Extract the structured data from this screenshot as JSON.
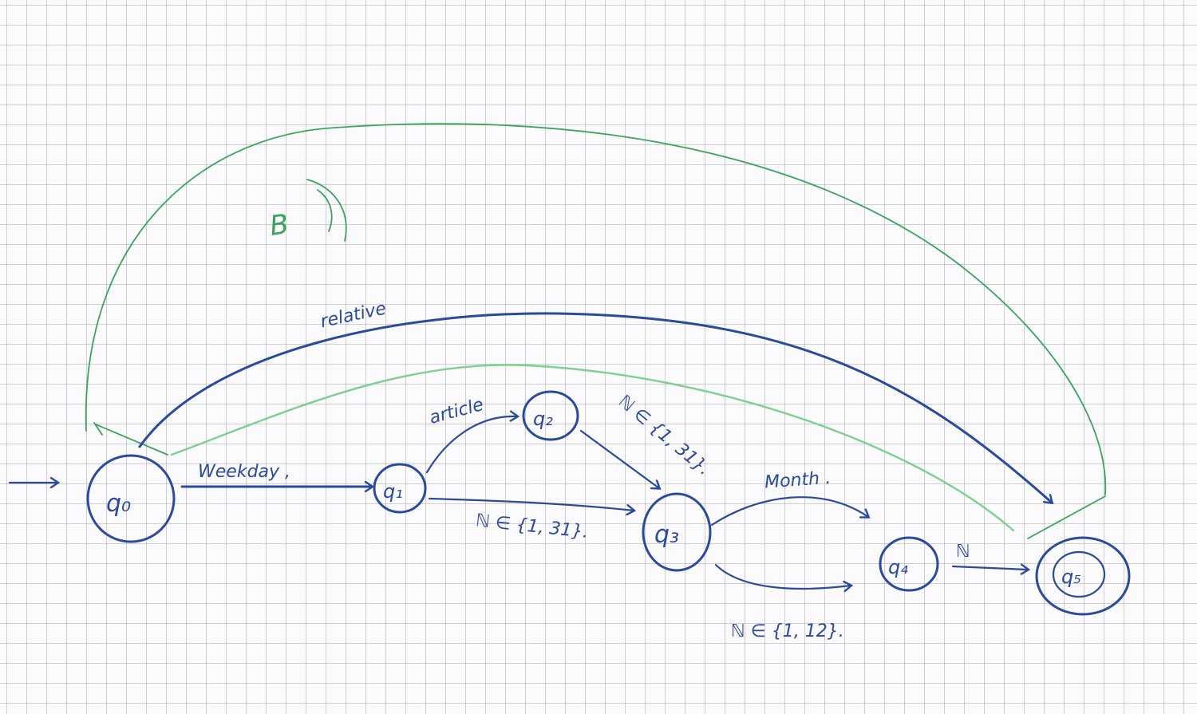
{
  "states": [
    {
      "id": "q0",
      "label": "q₀",
      "initial": true,
      "accepting": false
    },
    {
      "id": "q1",
      "label": "q₁",
      "initial": false,
      "accepting": false
    },
    {
      "id": "q2",
      "label": "q₂",
      "initial": false,
      "accepting": false
    },
    {
      "id": "q3",
      "label": "q₃",
      "initial": false,
      "accepting": false
    },
    {
      "id": "q4",
      "label": "q₄",
      "initial": false,
      "accepting": false
    },
    {
      "id": "q5",
      "label": "q₅",
      "initial": false,
      "accepting": true
    }
  ],
  "transitions": [
    {
      "from": "q0",
      "to": "q1",
      "label": "Weekday ,"
    },
    {
      "from": "q1",
      "to": "q2",
      "label": "article"
    },
    {
      "from": "q2",
      "to": "q3",
      "label": "ℕ ∈ {1, 31}."
    },
    {
      "from": "q1",
      "to": "q3",
      "label": "ℕ ∈ {1, 31}."
    },
    {
      "from": "q3",
      "to": "q4",
      "label": "Month ."
    },
    {
      "from": "q3",
      "to": "q4",
      "label": "ℕ ∈ {1, 12}."
    },
    {
      "from": "q4",
      "to": "q5",
      "label": "ℕ"
    },
    {
      "from": "q0",
      "to": "q5",
      "label": "relative"
    }
  ],
  "annotations": {
    "green_mark": "B"
  },
  "colors": {
    "ink_blue": "#2b4a9c",
    "ink_green": "#3aa55a",
    "ink_green_light": "#7cd08e",
    "grid": "#9696a0"
  }
}
